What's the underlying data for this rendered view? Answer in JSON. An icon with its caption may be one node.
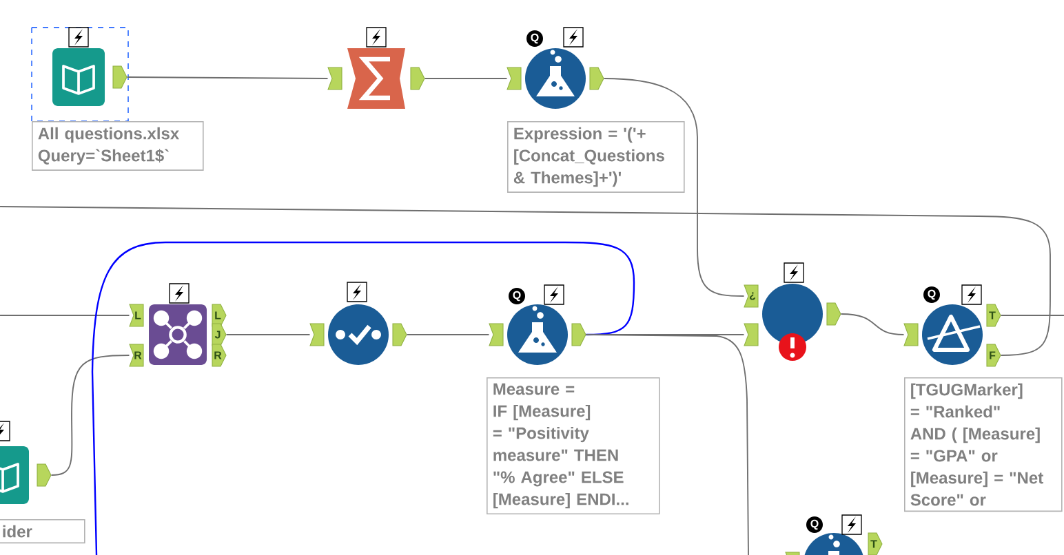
{
  "diagram": {
    "nodes": [
      {
        "text": [
          "All questions.xlsx Query=`Sheet1$`"
        ]
      },
      {
        "text": [],
        "shape": "picture"
      },
      {
        "text": [
          "Expression = '('+ [Concat_Questions & Themes]+')'"
        ]
      },
      {
        "text": [],
        "shape": "picture"
      },
      {
        "text": [],
        "shape": "picture"
      },
      {
        "text": [
          "Measure = IF [Measure] = \"Positivity measure\" THEN \"% Agree\" ELSE [Measure] ENDI..."
        ]
      },
      {
        "text": [],
        "shape": "picture"
      },
      {
        "text": [
          "[TGUGMarker] = \"Ranked\" AND ( [Measure] = \"GPA\" or [Measure] = \"Net Score\" or"
        ]
      },
      {
        "text": [
          "ider"
        ]
      },
      {
        "text": [],
        "shape": "picture"
      }
    ],
    "edges": [
      {
        "from": 0,
        "to": 1,
        "arrow": "none"
      },
      {
        "from": 1,
        "to": 2,
        "arrow": "none"
      },
      {
        "from": 2,
        "to": 6,
        "arrow": "none"
      },
      {
        "from": null,
        "to": 3,
        "arrow": "none"
      },
      {
        "from": 8,
        "to": 3,
        "arrow": "none"
      },
      {
        "from": 3,
        "to": 4,
        "arrow": "none"
      },
      {
        "from": 4,
        "to": 5,
        "arrow": "none"
      },
      {
        "from": 5,
        "to": 6,
        "arrow": "none"
      },
      {
        "from": 5,
        "to": null,
        "arrow": "none",
        "color": "#0000ff"
      },
      {
        "from": 5,
        "to": null,
        "arrow": "none"
      },
      {
        "from": 6,
        "to": 7,
        "arrow": "none"
      },
      {
        "from": 7,
        "to": null,
        "arrow": "none"
      },
      {
        "from": 7,
        "to": null,
        "arrow": "none"
      }
    ],
    "labels": [
      "Q",
      "Q",
      "¿",
      "Q",
      "L",
      "L",
      "T",
      "J",
      "R",
      "R",
      "F",
      "Q",
      "T"
    ]
  }
}
